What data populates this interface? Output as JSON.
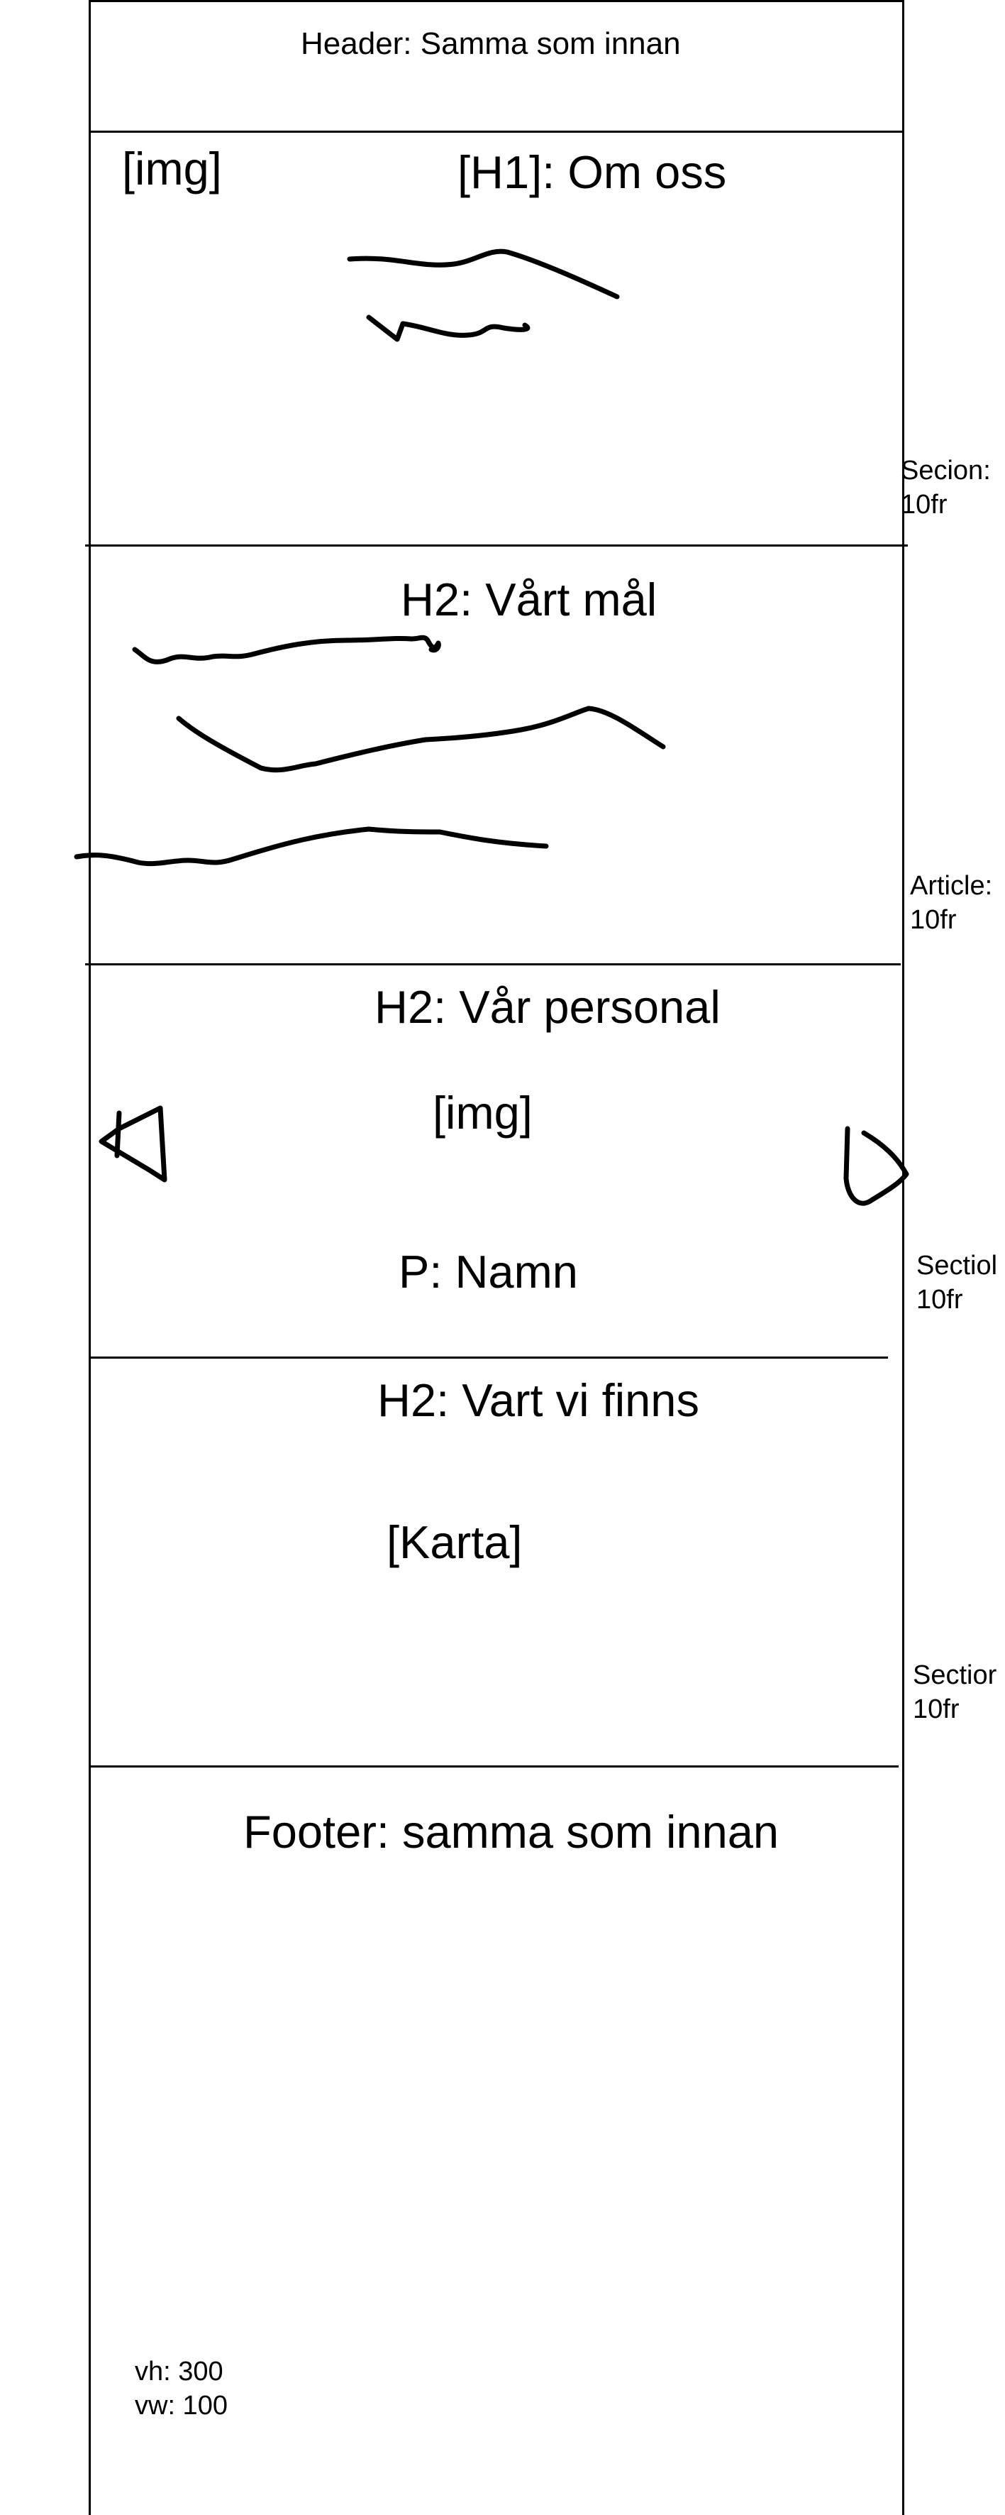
{
  "header": {
    "label": "Header: Samma som innan"
  },
  "hero": {
    "img_label": "[img]",
    "title": "[H1]: Om oss",
    "side_note": "Secion:\n10fr"
  },
  "goal_article": {
    "title": "H2: Vårt mål",
    "side_note": "Article:\n10fr"
  },
  "staff_section": {
    "title": "H2: Vår personal",
    "img_label": "[img]",
    "name_label": "P: Namn",
    "side_note": "Sectiol\n10fr"
  },
  "location_section": {
    "title": "H2: Vart vi finns",
    "map_label": "[Karta]",
    "side_note": "Sectior\n10fr"
  },
  "footer": {
    "label": "Footer: samma som innan",
    "viewport_note": "vh: 300\nvw: 100"
  },
  "icons": {
    "prev": "chevron-left-icon",
    "next": "chevron-right-icon"
  }
}
